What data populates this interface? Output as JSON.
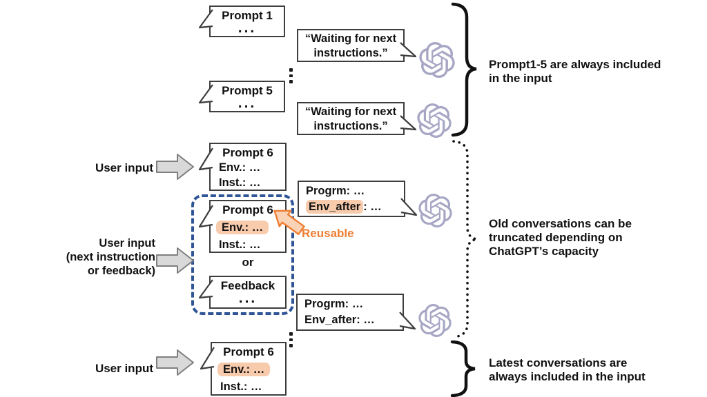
{
  "colors": {
    "accent_blue": "#2F5597",
    "accent_orange": "#ED7D31",
    "highlight_peach": "#F8CBAD",
    "logo_lavender": "#A7A7C5",
    "arrow_gray_fill": "#D9D9D9"
  },
  "user_labels": {
    "top": "User input",
    "mid_line1": "User input",
    "mid_line2": "(next instruction",
    "mid_line3": "or feedback)",
    "bottom": "User input"
  },
  "connectors": {
    "or": "or",
    "reusable": "Reusable"
  },
  "bubbles": {
    "prompt1": {
      "title": "Prompt 1",
      "ellipsis": "..."
    },
    "prompt5": {
      "title": "Prompt 5",
      "ellipsis": "..."
    },
    "waiting1": {
      "line1": "“Waiting for next",
      "line2": "instructions.”"
    },
    "waiting2": {
      "line1": "“Waiting for next",
      "line2": "instructions.”"
    },
    "prompt6_first": {
      "title": "Prompt 6",
      "env": "Env.: …",
      "inst": "Inst.: …"
    },
    "prompt6_boxed": {
      "title": "Prompt 6",
      "env": "Env.: …",
      "inst": "Inst.: …"
    },
    "feedback": {
      "title": "Feedback",
      "ellipsis": "..."
    },
    "progrm1": {
      "line1": "Progrm: …",
      "env_after": "Env_after",
      "line2_rest": ": …"
    },
    "progrm2": {
      "line1": "Progrm: …",
      "line2": "Env_after: …"
    },
    "prompt6_latest": {
      "title": "Prompt 6",
      "env": "Env.: …",
      "inst": "Inst.: …"
    }
  },
  "annotations": {
    "top": {
      "line1": "Prompt1-5 are always included",
      "line2": "in the input"
    },
    "middle": {
      "line1": "Old conversations can be",
      "line2": "truncated depending on",
      "line3": "ChatGPT’s capacity"
    },
    "bottom": {
      "line1": "Latest conversations are",
      "line2": "always included in the input"
    }
  }
}
